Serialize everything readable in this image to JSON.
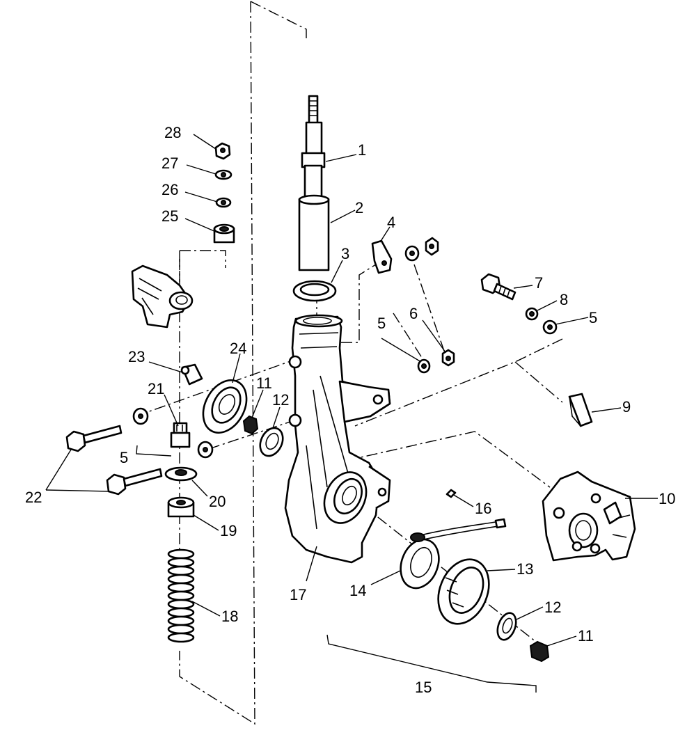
{
  "callouts": [
    {
      "id": "c1",
      "text": "1"
    },
    {
      "id": "c2",
      "text": "2"
    },
    {
      "id": "c3",
      "text": "3"
    },
    {
      "id": "c4",
      "text": "4"
    },
    {
      "id": "c5a",
      "text": "5"
    },
    {
      "id": "c5b",
      "text": "5"
    },
    {
      "id": "c5c",
      "text": "5"
    },
    {
      "id": "c6",
      "text": "6"
    },
    {
      "id": "c7",
      "text": "7"
    },
    {
      "id": "c8",
      "text": "8"
    },
    {
      "id": "c9",
      "text": "9"
    },
    {
      "id": "c10",
      "text": "10"
    },
    {
      "id": "c11a",
      "text": "11"
    },
    {
      "id": "c11b",
      "text": "11"
    },
    {
      "id": "c12a",
      "text": "12"
    },
    {
      "id": "c12b",
      "text": "12"
    },
    {
      "id": "c13",
      "text": "13"
    },
    {
      "id": "c14",
      "text": "14"
    },
    {
      "id": "c15",
      "text": "15"
    },
    {
      "id": "c16",
      "text": "16"
    },
    {
      "id": "c17",
      "text": "17"
    },
    {
      "id": "c18",
      "text": "18"
    },
    {
      "id": "c19",
      "text": "19"
    },
    {
      "id": "c20",
      "text": "20"
    },
    {
      "id": "c21",
      "text": "21"
    },
    {
      "id": "c22",
      "text": "22"
    },
    {
      "id": "c23",
      "text": "23"
    },
    {
      "id": "c24",
      "text": "24"
    },
    {
      "id": "c25",
      "text": "25"
    },
    {
      "id": "c26",
      "text": "26"
    },
    {
      "id": "c27",
      "text": "27"
    },
    {
      "id": "c28",
      "text": "28"
    }
  ]
}
